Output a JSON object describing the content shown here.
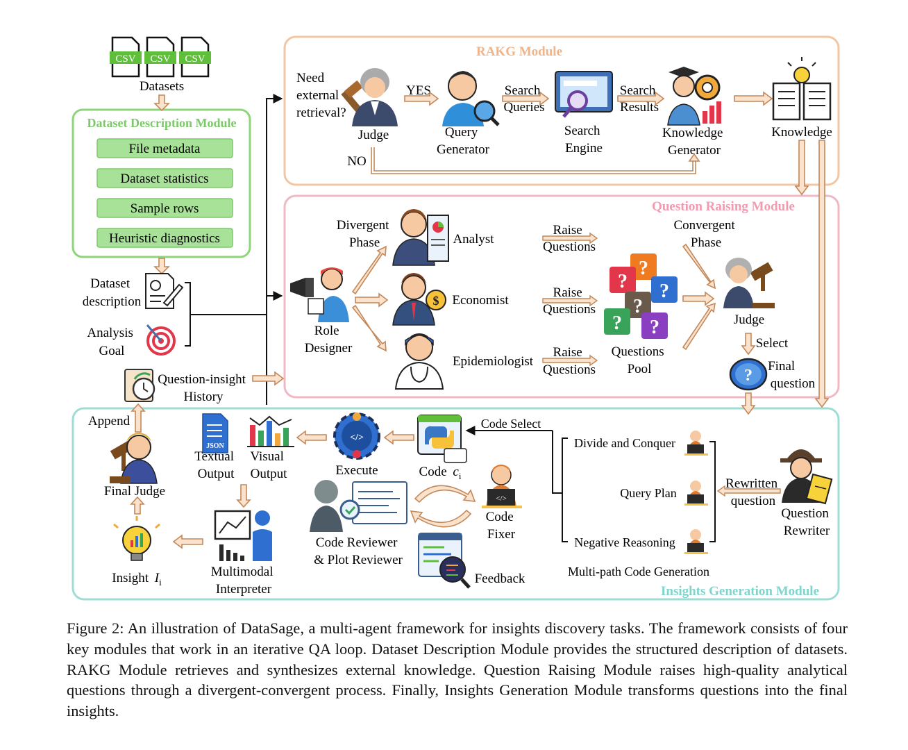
{
  "figure": {
    "caption": "Figure 2:  An illustration of DataSage, a multi-agent framework for insights discovery tasks.  The framework consists of four key modules that work in an iterative QA loop. Dataset Description Module provides the structured description of datasets. RAKG Module retrieves and synthesizes external knowledge. Question Raising Module raises high-quality analytical questions through a divergent-convergent process. Finally, Insights Generation Module transforms questions into the final insights."
  },
  "datasets": {
    "file_badges": [
      "CSV",
      "CSV",
      "CSV"
    ],
    "label": "Datasets"
  },
  "dataset_module": {
    "title": "Dataset Description Module",
    "items": [
      "File metadata",
      "Dataset statistics",
      "Sample rows",
      "Heuristic diagnostics"
    ],
    "description_label": [
      "Dataset",
      "description"
    ],
    "goal_label": [
      "Analysis",
      "Goal"
    ],
    "history_label": [
      "Question-insight",
      "History"
    ],
    "append_label": "Append"
  },
  "rakg": {
    "title": "RAKG Module",
    "question": [
      "Need",
      "external",
      "retrieval?"
    ],
    "yes": "YES",
    "no": "NO",
    "judge": "Judge",
    "query_generator": [
      "Query",
      "Generator"
    ],
    "search_queries": [
      "Search",
      "Queries"
    ],
    "search_engine": [
      "Search",
      "Engine"
    ],
    "search_results": [
      "Search",
      "Results"
    ],
    "knowledge_generator": [
      "Knowledge",
      "Generator"
    ],
    "knowledge": "Knowledge"
  },
  "question_raising": {
    "title": "Question Raising Module",
    "divergent": [
      "Divergent",
      "Phase"
    ],
    "convergent": [
      "Convergent",
      "Phase"
    ],
    "role_designer": [
      "Role",
      "Designer"
    ],
    "analyst": "Analyst",
    "economist": "Economist",
    "epidemiologist": "Epidemiologist",
    "raise_questions": [
      "Raise",
      "Questions"
    ],
    "questions_pool": [
      "Questions",
      "Pool"
    ],
    "judge": "Judge",
    "select": "Select",
    "final_question": [
      "Final",
      "question"
    ],
    "question_marks": [
      "?",
      "?",
      "?",
      "?",
      "?",
      "?"
    ]
  },
  "insights": {
    "title": "Insights Generation Module",
    "final_judge": "Final Judge",
    "insight": "Insight",
    "insight_var": "I",
    "insight_sub": "i",
    "textual_output": [
      "Textual",
      "Output"
    ],
    "visual_output": [
      "Visual",
      "Output"
    ],
    "json_badge": "JSON",
    "multimodal": [
      "Multimodal",
      "Interpreter"
    ],
    "execute": "Execute",
    "code": "Code",
    "code_var": "c",
    "code_sub": "i",
    "code_select": "Code Select",
    "code_reviewer": [
      "Code Reviewer",
      "& Plot Reviewer"
    ],
    "code_fixer": [
      "Code",
      "Fixer"
    ],
    "feedback": "Feedback",
    "divide": "Divide and Conquer",
    "query_plan": "Query Plan",
    "negative": "Negative Reasoning",
    "multipath": "Multi-path Code Generation",
    "rewritten": [
      "Rewritten",
      "question"
    ],
    "rewriter": [
      "Question",
      "Rewriter"
    ]
  },
  "colors": {
    "rakg_border": "#f2c6a3",
    "rakg_title": "#f0b48a",
    "qr_border": "#f0b8c4",
    "qr_title": "#f29ab0",
    "ig_border": "#9fdcd6",
    "ig_title": "#7fd4cc",
    "dd_border": "#8fd47a",
    "dd_title": "#7cc86a",
    "item_fill": "#a8e298",
    "arrow_fill": "#fbe2cc",
    "arrow_stroke": "#c2885a"
  }
}
